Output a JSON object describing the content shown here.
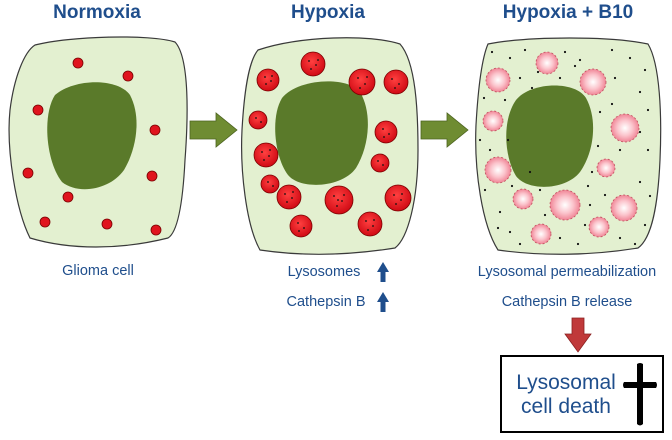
{
  "panels": [
    {
      "title": "Normoxia"
    },
    {
      "title": "Hypoxia"
    },
    {
      "title": "Hypoxia + B10"
    }
  ],
  "labels": {
    "glioma_cell": "Glioma cell",
    "lysosomes": "Lysosomes",
    "cathepsin_b": "Cathepsin B",
    "permeabilization": "Lysosomal permeabilization",
    "cathepsin_release": "Cathepsin B release"
  },
  "outcome": {
    "line1": "Lysosomal",
    "line2": "cell death"
  },
  "colors": {
    "title": "#1f4e8c",
    "cell_fill": "#e3f0d0",
    "nucleus": "#5a7a2a",
    "lysosome": "#e0141e",
    "leaky_lysosome": "#f7a8b4",
    "process_arrow": "#6f8c32",
    "up_arrow": "#1f4e8c",
    "death_arrow": "#c0393a"
  }
}
